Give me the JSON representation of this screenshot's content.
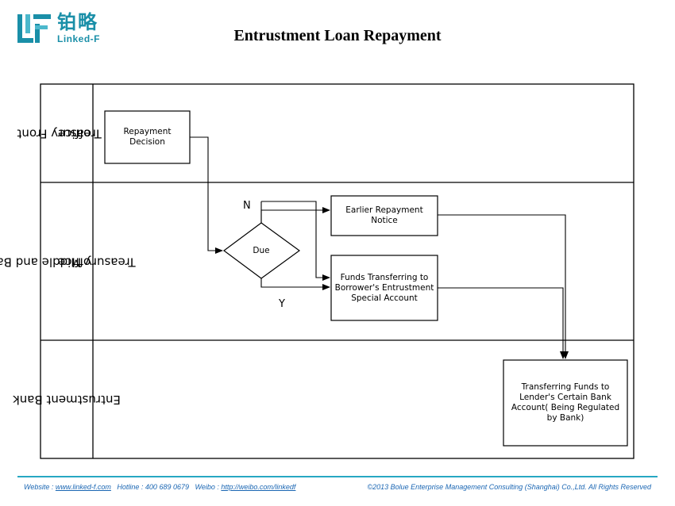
{
  "header": {
    "logo_cn": "铂略",
    "logo_en": "Linked-F",
    "title": "Entrustment Loan Repayment"
  },
  "lanes": [
    {
      "label_line1": "Treasury Front",
      "label_line2": "office"
    },
    {
      "label_line1": "Treasury Middle and Back",
      "label_line2": "office"
    },
    {
      "label_line1": "Entrustment Bank",
      "label_line2": ""
    }
  ],
  "nodes": {
    "repayment_decision": "Repayment Decision",
    "due": "Due",
    "earlier_notice": "Earlier Repayment Notice",
    "funds_transferring": "Funds Transferring to Borrower's Entrustment Special Account",
    "transferring_lender": "Transferring Funds to Lender's Certain Bank Account( Being Regulated by Bank)"
  },
  "branch_labels": {
    "no": "N",
    "yes": "Y"
  },
  "footer": {
    "website_label": "Website : ",
    "website": "www.linked-f.com",
    "hotline": "Hotline : 400 689 0679",
    "weibo_label": "Weibo : ",
    "weibo": "http://weibo.com/linkedf",
    "copyright": "©2013 Bolue Enterprise Management Consulting (Shanghai) Co.,Ltd. All Rights Reserved"
  },
  "colors": {
    "brand": "#1a8fa8",
    "footer_text": "#1a66b3",
    "footer_line": "#27a7c3"
  }
}
